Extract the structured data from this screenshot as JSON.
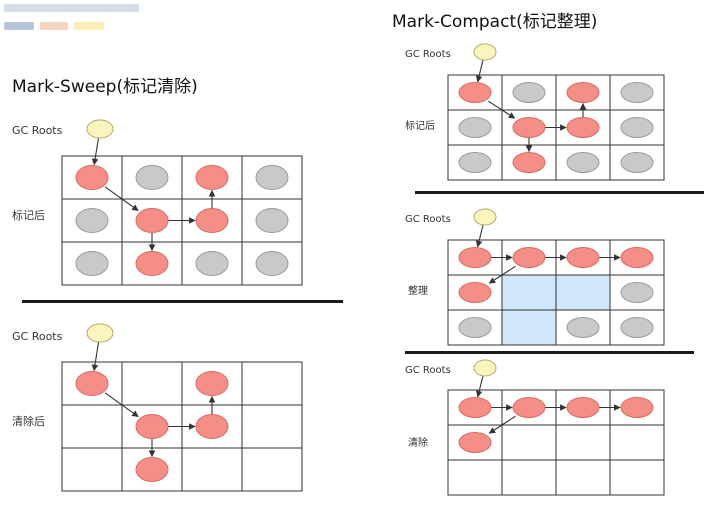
{
  "colors": {
    "live": "#f48e86",
    "dead": "#c9c9c9",
    "root": "#fbf5bd",
    "free": "#cfe6fb"
  },
  "left": {
    "title": "Mark-Sweep(标记清除)",
    "panels": [
      {
        "roots_label": "GC Roots",
        "row_label": "标记后",
        "cells": [
          [
            "live",
            "dead",
            "live",
            "dead"
          ],
          [
            "dead",
            "live",
            "live",
            "dead"
          ],
          [
            "dead",
            "live",
            "dead",
            "dead"
          ]
        ],
        "edges": [
          [
            "root",
            "0,0"
          ],
          [
            "0,0",
            "1,1"
          ],
          [
            "1,1",
            "1,2"
          ],
          [
            "1,2",
            "0,2"
          ],
          [
            "1,1",
            "2,1"
          ]
        ]
      },
      {
        "roots_label": "GC Roots",
        "row_label": "清除后",
        "cells": [
          [
            "live",
            "empty",
            "live",
            "empty"
          ],
          [
            "empty",
            "live",
            "live",
            "empty"
          ],
          [
            "empty",
            "live",
            "empty",
            "empty"
          ]
        ],
        "edges": [
          [
            "root",
            "0,0"
          ],
          [
            "0,0",
            "1,1"
          ],
          [
            "1,1",
            "1,2"
          ],
          [
            "1,2",
            "0,2"
          ],
          [
            "1,1",
            "2,1"
          ]
        ]
      }
    ]
  },
  "right": {
    "title": "Mark-Compact(标记整理)",
    "panels": [
      {
        "roots_label": "GC Roots",
        "row_label": "标记后",
        "cells": [
          [
            "live",
            "dead",
            "live",
            "dead"
          ],
          [
            "dead",
            "live",
            "live",
            "dead"
          ],
          [
            "dead",
            "live",
            "dead",
            "dead"
          ]
        ],
        "edges": [
          [
            "root",
            "0,0"
          ],
          [
            "0,0",
            "1,1"
          ],
          [
            "1,1",
            "1,2"
          ],
          [
            "1,2",
            "0,2"
          ],
          [
            "1,1",
            "2,1"
          ]
        ]
      },
      {
        "roots_label": "GC Roots",
        "row_label": "整理",
        "cells": [
          [
            "live",
            "live",
            "live",
            "live"
          ],
          [
            "live",
            "free",
            "free",
            "dead"
          ],
          [
            "dead",
            "free",
            "dead",
            "dead"
          ]
        ],
        "edges": [
          [
            "root",
            "0,0"
          ],
          [
            "0,0",
            "0,1"
          ],
          [
            "0,1",
            "0,2"
          ],
          [
            "0,2",
            "0,3"
          ],
          [
            "0,1",
            "1,0"
          ]
        ]
      },
      {
        "roots_label": "GC Roots",
        "row_label": "清除",
        "cells": [
          [
            "live",
            "live",
            "live",
            "live"
          ],
          [
            "live",
            "empty",
            "empty",
            "empty"
          ],
          [
            "empty",
            "empty",
            "empty",
            "empty"
          ]
        ],
        "edges": [
          [
            "root",
            "0,0"
          ],
          [
            "0,0",
            "0,1"
          ],
          [
            "0,1",
            "0,2"
          ],
          [
            "0,2",
            "0,3"
          ],
          [
            "0,1",
            "1,0"
          ]
        ]
      }
    ]
  }
}
